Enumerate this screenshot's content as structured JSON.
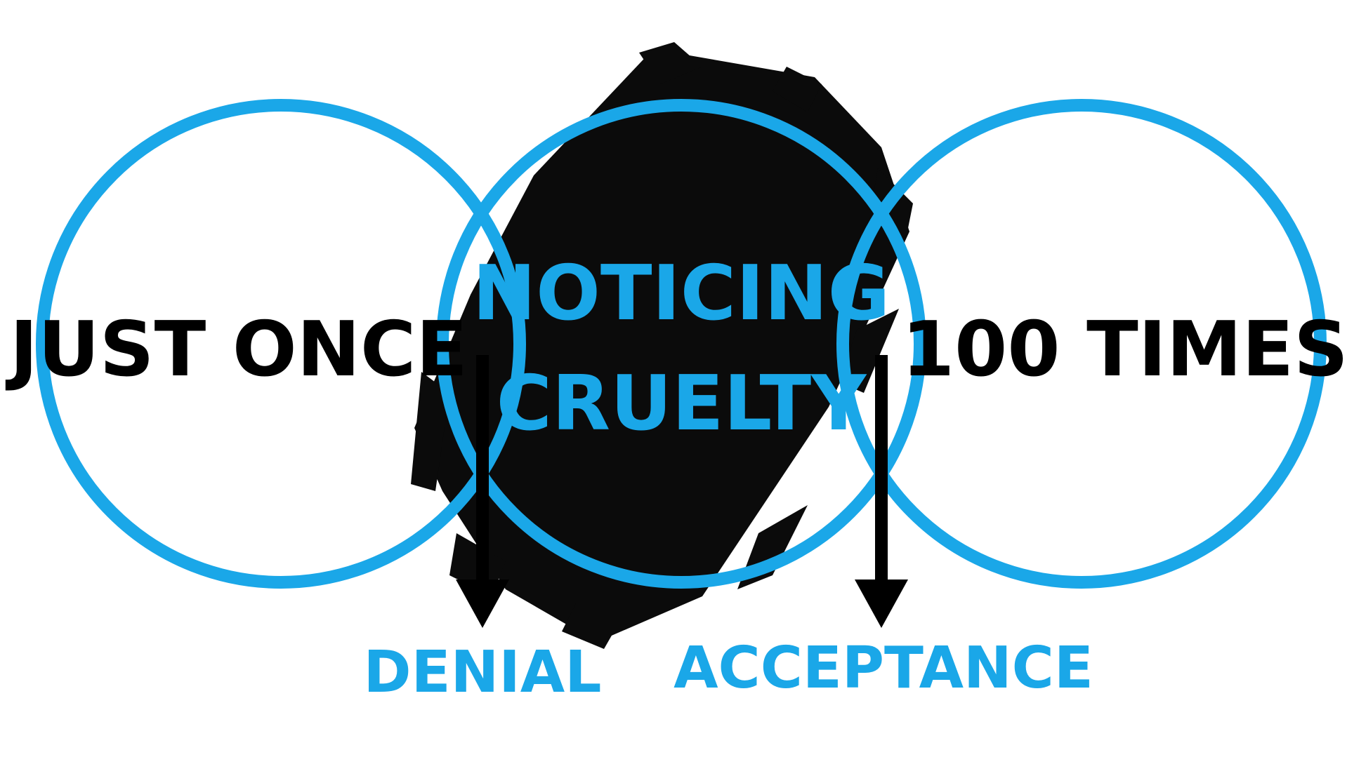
{
  "diagram": {
    "left_circle_label": "JUST ONCE",
    "center_circle_line1": "NOTICING",
    "center_circle_line2": "CRUELTY",
    "right_circle_label": "100 TIMES",
    "left_arrow_label": "DENIAL",
    "right_arrow_label": "ACCEPTANCE"
  },
  "colors": {
    "circle_stroke": "#1aa7e8",
    "accent_text": "#1aa7e8",
    "dark_text": "#000000",
    "brush": "#0b0b0b",
    "background": "#ffffff"
  },
  "icons": {
    "center_graphic": "brush-stroke-graphic",
    "arrows": "down-arrow-icon"
  }
}
